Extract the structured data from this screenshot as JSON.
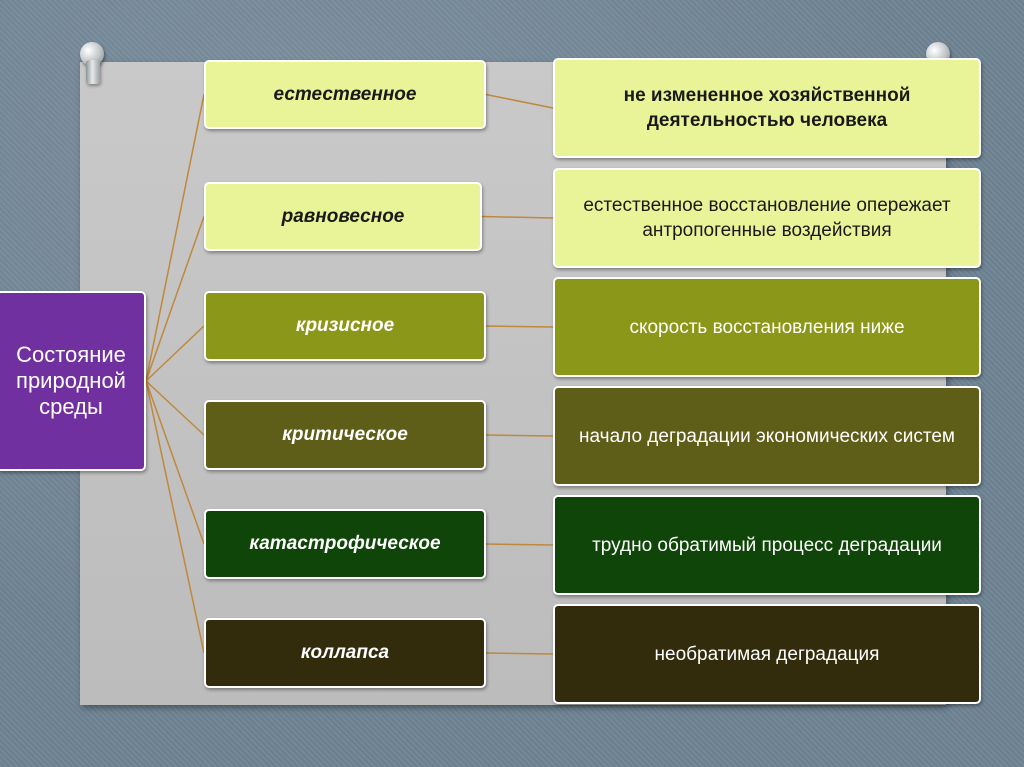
{
  "root": {
    "label": "Состояние природной среды",
    "color": "#7030a0"
  },
  "levels": [
    {
      "label": "естественное",
      "description": "не измененное хозяйственной деятельностью человека",
      "fill": "#e8f497",
      "text": "dark"
    },
    {
      "label": "равновесное",
      "description": "естественное восстановление опережает антропогенные воздействия",
      "fill": "#e8f497",
      "text": "dark"
    },
    {
      "label": "кризисное",
      "description": "скорость восстановления ниже",
      "fill": "#8b9718",
      "text": "light"
    },
    {
      "label": "критическое",
      "description": "начало деградации экономических систем",
      "fill": "#5e5e18",
      "text": "light"
    },
    {
      "label": "катастрофическое",
      "description": "трудно обратимый процесс деградации",
      "fill": "#0f4508",
      "text": "light"
    },
    {
      "label": "коллапса",
      "description": "необратимая деградация",
      "fill": "#332c0c",
      "text": "light"
    }
  ],
  "connector_color": "#c0883b"
}
